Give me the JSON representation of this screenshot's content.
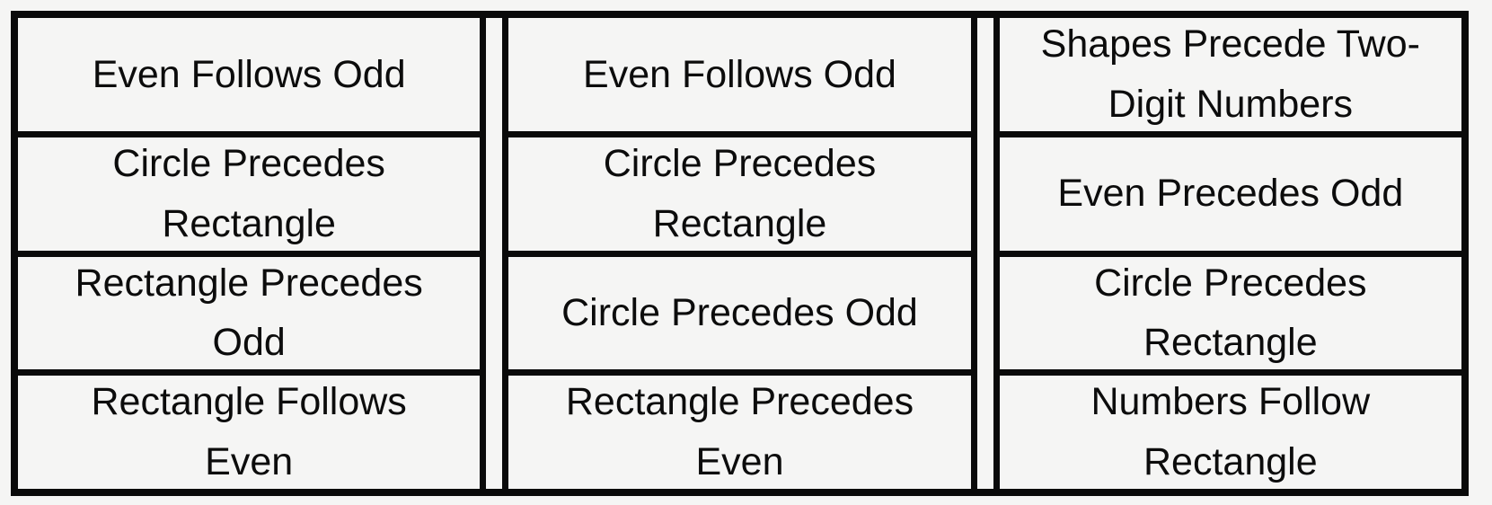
{
  "colors": {
    "background": "#f5f5f4",
    "border": "#0a0a0a",
    "text": "#0c0c0c"
  },
  "rule_panels": [
    {
      "rules": [
        "Even Follows Odd",
        "Circle Precedes Rectangle",
        "Rectangle Precedes Odd",
        "Rectangle Follows Even"
      ]
    },
    {
      "rules": [
        "Even Follows Odd",
        "Circle Precedes Rectangle",
        "Circle Precedes Odd",
        "Rectangle Precedes Even"
      ]
    },
    {
      "rules": [
        "Shapes Precede Two-Digit Numbers",
        "Even Precedes Odd",
        "Circle Precedes Rectangle",
        "Numbers Follow Rectangle"
      ]
    }
  ]
}
